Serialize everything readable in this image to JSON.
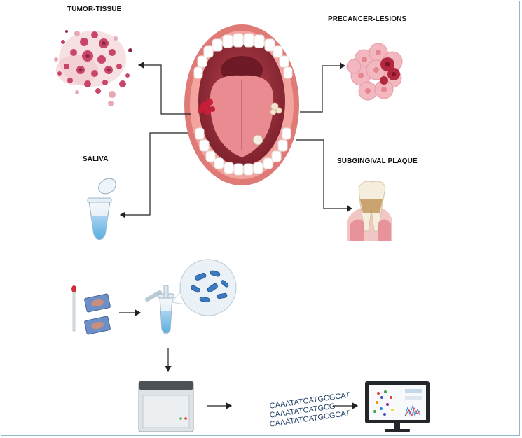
{
  "labels": {
    "tumor_tissue": "TUMOR-TISSUE",
    "precancer_lesions": "PRECANCER-LESIONS",
    "saliva": "SALIVA",
    "subgingival_plaque": "SUBGINGIVAL PLAQUE"
  },
  "dna_text": {
    "line1": "CAAATATCATGCGCAT",
    "line2": "CAAATATCATGCG",
    "line3": "CAAATATCATGCGCAT"
  },
  "colors": {
    "frame": "#8fb8cc",
    "arrow": "#222222",
    "lip": "#e07a76",
    "tissue": "#c9466b"
  }
}
